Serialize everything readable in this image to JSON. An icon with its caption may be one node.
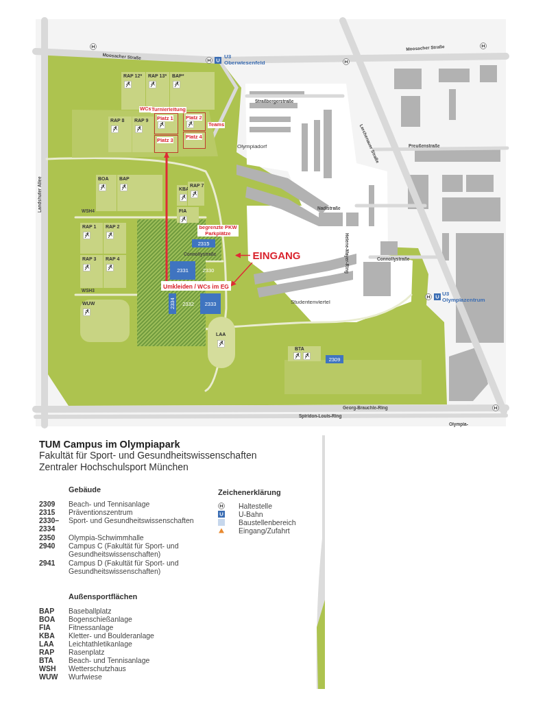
{
  "diagram": {
    "title": "TUM Campus im Olympiapark",
    "nodes": [
      {
        "text": [
          "RAP 12*"
        ]
      },
      {
        "text": [
          "RAP 13*"
        ]
      },
      {
        "text": [
          "BAP*"
        ]
      },
      {
        "text": [
          "RAP 8"
        ]
      },
      {
        "text": [
          "RAP 9"
        ]
      },
      {
        "text": [
          "Platz 1"
        ]
      },
      {
        "text": [
          "Platz 2"
        ]
      },
      {
        "text": [
          "Platz 3"
        ]
      },
      {
        "text": [
          "Platz 4"
        ]
      },
      {
        "text": [
          "BOA"
        ]
      },
      {
        "text": [
          "BAP"
        ]
      },
      {
        "text": [
          "KBA"
        ]
      },
      {
        "text": [
          "RAP 7"
        ]
      },
      {
        "text": [
          "FIA"
        ]
      },
      {
        "text": [
          "2315"
        ]
      },
      {
        "text": [
          "RAP 1"
        ]
      },
      {
        "text": [
          "RAP 2"
        ]
      },
      {
        "text": [
          "EINGANG"
        ]
      },
      {
        "text": [
          "2331"
        ]
      },
      {
        "text": [
          "2330"
        ]
      },
      {
        "text": [
          "RAP 3"
        ]
      },
      {
        "text": [
          "RAP 4"
        ]
      },
      {
        "text": [
          "Umkleiden / WCs im EG"
        ]
      },
      {
        "text": [
          "2334"
        ]
      },
      {
        "text": [
          "2332"
        ]
      },
      {
        "text": [
          "2333"
        ]
      },
      {
        "text": [
          "WUW"
        ]
      },
      {
        "text": [
          "LAA"
        ]
      },
      {
        "text": [
          "BTA"
        ]
      },
      {
        "text": [
          "2309"
        ]
      }
    ],
    "edges": [
      {
        "from": 22,
        "to": 7,
        "arrow": "to"
      },
      {
        "from": 17,
        "to": null,
        "arrow": "to"
      },
      {
        "from": 17,
        "to": 22,
        "arrow": "to"
      }
    ],
    "labels": [
      "Moosacher Straße",
      "U3 Oberwiesenfeld",
      "Moosacher Straße",
      "WCs",
      "Turnierleitung",
      "Teams",
      "Straßbergerstraße",
      "Olympiadorf",
      "Preußenstraße",
      "Lerchenauer Straße",
      "Landshuter Allee",
      "WSH4",
      "Nadistraße",
      "begrenzte PKW Parkplätze",
      "Connollystraße",
      "Helene-Mayer-Ring",
      "Connollystraße",
      "WSH3",
      "U3 Olympiazentrum",
      "Studentenviertel",
      "Georg-Brauchle-Ring",
      "Spiridon-Louis-Ring",
      "Olympia-",
      "Fakultät für Sport- und Gesundheitswissenschaften",
      "Zentraler Hochschulsport München",
      "Gebäude",
      "2309",
      "Beach- und Tennisanlage",
      "2315",
      "Präventionszentrum",
      "2330–2334",
      "Sport- und Gesundheitswissenschaften",
      "2350",
      "Olympia-Schwimmhalle",
      "2940",
      "Campus C (Fakultät für Sport- und Gesundheitswissenschaften)",
      "2941",
      "Campus D (Fakultät für Sport- und Gesundheitswissenschaften)",
      "Außensportflächen",
      "BAP",
      "Baseballplatz",
      "BOA",
      "Bogenschießanlage",
      "FIA",
      "Fitnessanlage",
      "KBA",
      "Kletter- und Boulderanlage",
      "LAA",
      "Leichtathletikanlage",
      "RAP",
      "Rasenplatz",
      "BTA",
      "Beach- und Tennisanlage",
      "WSH",
      "Wetterschutzhaus",
      "WUW",
      "Wurfwiese",
      "Zeichenerklärung"
    ],
    "legend": [
      {
        "text": "Haltestelle"
      },
      {
        "text": "U-Bahn"
      },
      {
        "text": "Baustellenbereich",
        "color": "#c6d7ec"
      },
      {
        "text": "Eingang/Zufahrt"
      }
    ]
  }
}
